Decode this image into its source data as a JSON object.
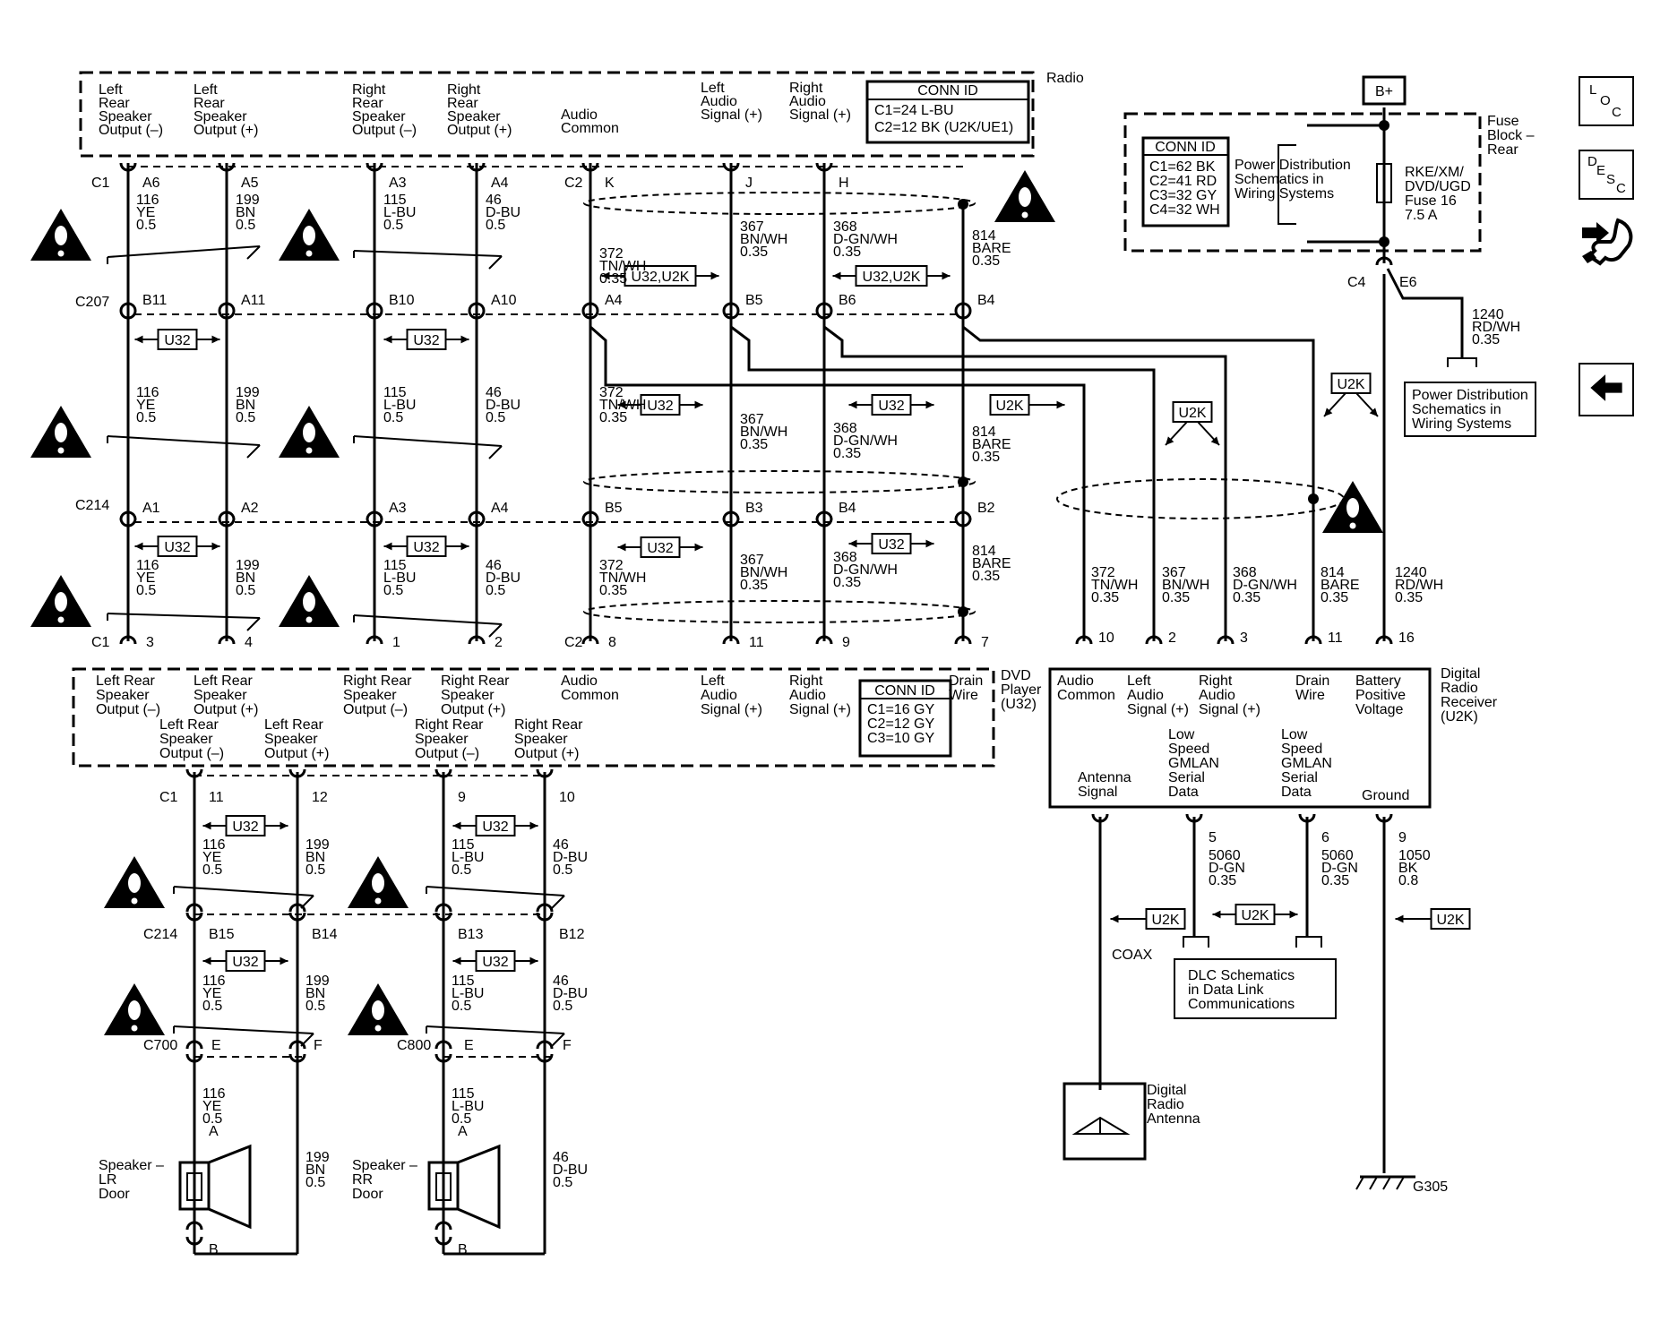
{
  "radio": {
    "title": "Radio",
    "conn_title": "CONN ID",
    "conn_lines": [
      "C1=24 L-BU",
      "C2=12 BK (U2K/UE1)"
    ],
    "pins": [
      [
        "Left",
        "Rear",
        "Speaker",
        "Output (–)"
      ],
      [
        "Left",
        "Rear",
        "Speaker",
        "Output (+)"
      ],
      [
        "Right",
        "Rear",
        "Speaker",
        "Output (–)"
      ],
      [
        "Right",
        "Rear",
        "Speaker",
        "Output (+)"
      ],
      [
        "Audio",
        "Common"
      ],
      [
        "Left",
        "Audio",
        "Signal (+)"
      ],
      [
        "Right",
        "Audio",
        "Signal (+)"
      ]
    ]
  },
  "fuse_block": {
    "title_lines": [
      "Fuse",
      "Block –",
      "Rear"
    ],
    "conn_title": "CONN ID",
    "conn_lines": [
      "C1=62 BK",
      "C2=41 RD",
      "C3=32 GY",
      "C4=32 WH"
    ],
    "note_lines": [
      "Power Distribution",
      "Schematics in",
      "Wiring Systems"
    ],
    "fuse_lines": [
      "RKE/XM/",
      "DVD/UGD",
      "Fuse 16",
      "7.5 A"
    ],
    "bplus": "B+"
  },
  "pd_box_lines": [
    "Power Distribution",
    "Schematics in",
    "Wiring Systems"
  ],
  "dvd": {
    "title_lines": [
      "DVD",
      "Player",
      "(U32)"
    ],
    "conn_title": "CONN ID",
    "conn_lines": [
      "C1=16 GY",
      "C2=12 GY",
      "C3=10 GY"
    ],
    "top_pins": [
      [
        "Left Rear",
        "Speaker",
        "Output (–)"
      ],
      [
        "Left Rear",
        "Speaker",
        "Output (+)"
      ],
      [
        "Right Rear",
        "Speaker",
        "Output (–)"
      ],
      [
        "Right Rear",
        "Speaker",
        "Output (+)"
      ],
      [
        "Audio",
        "Common"
      ],
      [
        "Left",
        "Audio",
        "Signal (+)"
      ],
      [
        "Right",
        "Audio",
        "Signal (+)"
      ],
      [
        "Drain",
        "Wire"
      ]
    ],
    "bottom_pins": [
      [
        "Left Rear",
        "Speaker",
        "Output (–)"
      ],
      [
        "Left Rear",
        "Speaker",
        "Output (+)"
      ],
      [
        "Right Rear",
        "Speaker",
        "Output (–)"
      ],
      [
        "Right Rear",
        "Speaker",
        "Output (+)"
      ]
    ]
  },
  "drr": {
    "title_lines": [
      "Digital",
      "Radio",
      "Receiver",
      "(U2K)"
    ],
    "top_pins": [
      [
        "Audio",
        "Common"
      ],
      [
        "Left",
        "Audio",
        "Signal (+)"
      ],
      [
        "Right",
        "Audio",
        "Signal (+)"
      ],
      [
        "Drain",
        "Wire"
      ],
      [
        "Battery",
        "Positive",
        "Voltage"
      ]
    ],
    "bottom_pins": [
      [
        "Antenna",
        "Signal"
      ],
      [
        "Low",
        "Speed",
        "GMLAN",
        "Serial",
        "Data"
      ],
      [
        "Low",
        "Speed",
        "GMLAN",
        "Serial",
        "Data"
      ],
      [
        "Ground"
      ]
    ]
  },
  "dlc_lines": [
    "DLC Schematics",
    "in Data Link",
    "Communications"
  ],
  "antenna_lines": [
    "Digital",
    "Radio",
    "Antenna"
  ],
  "coax": "COAX",
  "ground_label": "G305",
  "speaker_lr": [
    "Speaker –",
    "LR",
    "Door"
  ],
  "speaker_rr": [
    "Speaker –",
    "RR",
    "Door"
  ],
  "option_labels": {
    "u32": "U32",
    "u2k": "U2K",
    "u32_u2k": "U32,U2K"
  },
  "connectors": {
    "c1": "C1",
    "c2": "C2",
    "c4": "C4",
    "c207": "C207",
    "c214": "C214",
    "c700": "C700",
    "c800": "C800"
  },
  "pin_ids": {
    "radio_c1": [
      "A6",
      "A5",
      "A3",
      "A4"
    ],
    "radio_c2": [
      "K",
      "J",
      "H"
    ],
    "c207": [
      "B11",
      "A11",
      "B10",
      "A10",
      "A4",
      "B5",
      "B6",
      "B4"
    ],
    "c214_top": [
      "A1",
      "A2",
      "A3",
      "A4",
      "B5",
      "B3",
      "B4",
      "B2"
    ],
    "dvd_top": [
      "3",
      "4",
      "1",
      "2",
      "8",
      "11",
      "9",
      "7"
    ],
    "dvd_bottom": [
      "11",
      "12",
      "9",
      "10"
    ],
    "c214_bottom": [
      "B15",
      "B14",
      "B13",
      "B12"
    ],
    "c700": [
      "E",
      "F"
    ],
    "c800": [
      "E",
      "F"
    ],
    "speaker": [
      "A",
      "B"
    ],
    "drr_top": [
      "10",
      "2",
      "3",
      "11",
      "16"
    ],
    "drr_bottom": [
      "5",
      "6",
      "9"
    ],
    "fuse": "E6"
  },
  "wires": {
    "w116": [
      "116",
      "YE",
      "0.5"
    ],
    "w199": [
      "199",
      "BN",
      "0.5"
    ],
    "w115": [
      "115",
      "L-BU",
      "0.5"
    ],
    "w46": [
      "46",
      "D-BU",
      "0.5"
    ],
    "w372": [
      "372",
      "TN/WH",
      "0.35"
    ],
    "w367": [
      "367",
      "BN/WH",
      "0.35"
    ],
    "w368": [
      "368",
      "D-GN/WH",
      "0.35"
    ],
    "w814": [
      "814",
      "BARE",
      "0.35"
    ],
    "w1240": [
      "1240",
      "RD/WH",
      "0.35"
    ],
    "w5060": [
      "5060",
      "D-GN",
      "0.35"
    ],
    "w1050": [
      "1050",
      "BK",
      "0.8"
    ]
  },
  "nav": {
    "loc": [
      "L",
      "O",
      "C"
    ],
    "desc": [
      "D",
      "E",
      "S",
      "C"
    ]
  }
}
